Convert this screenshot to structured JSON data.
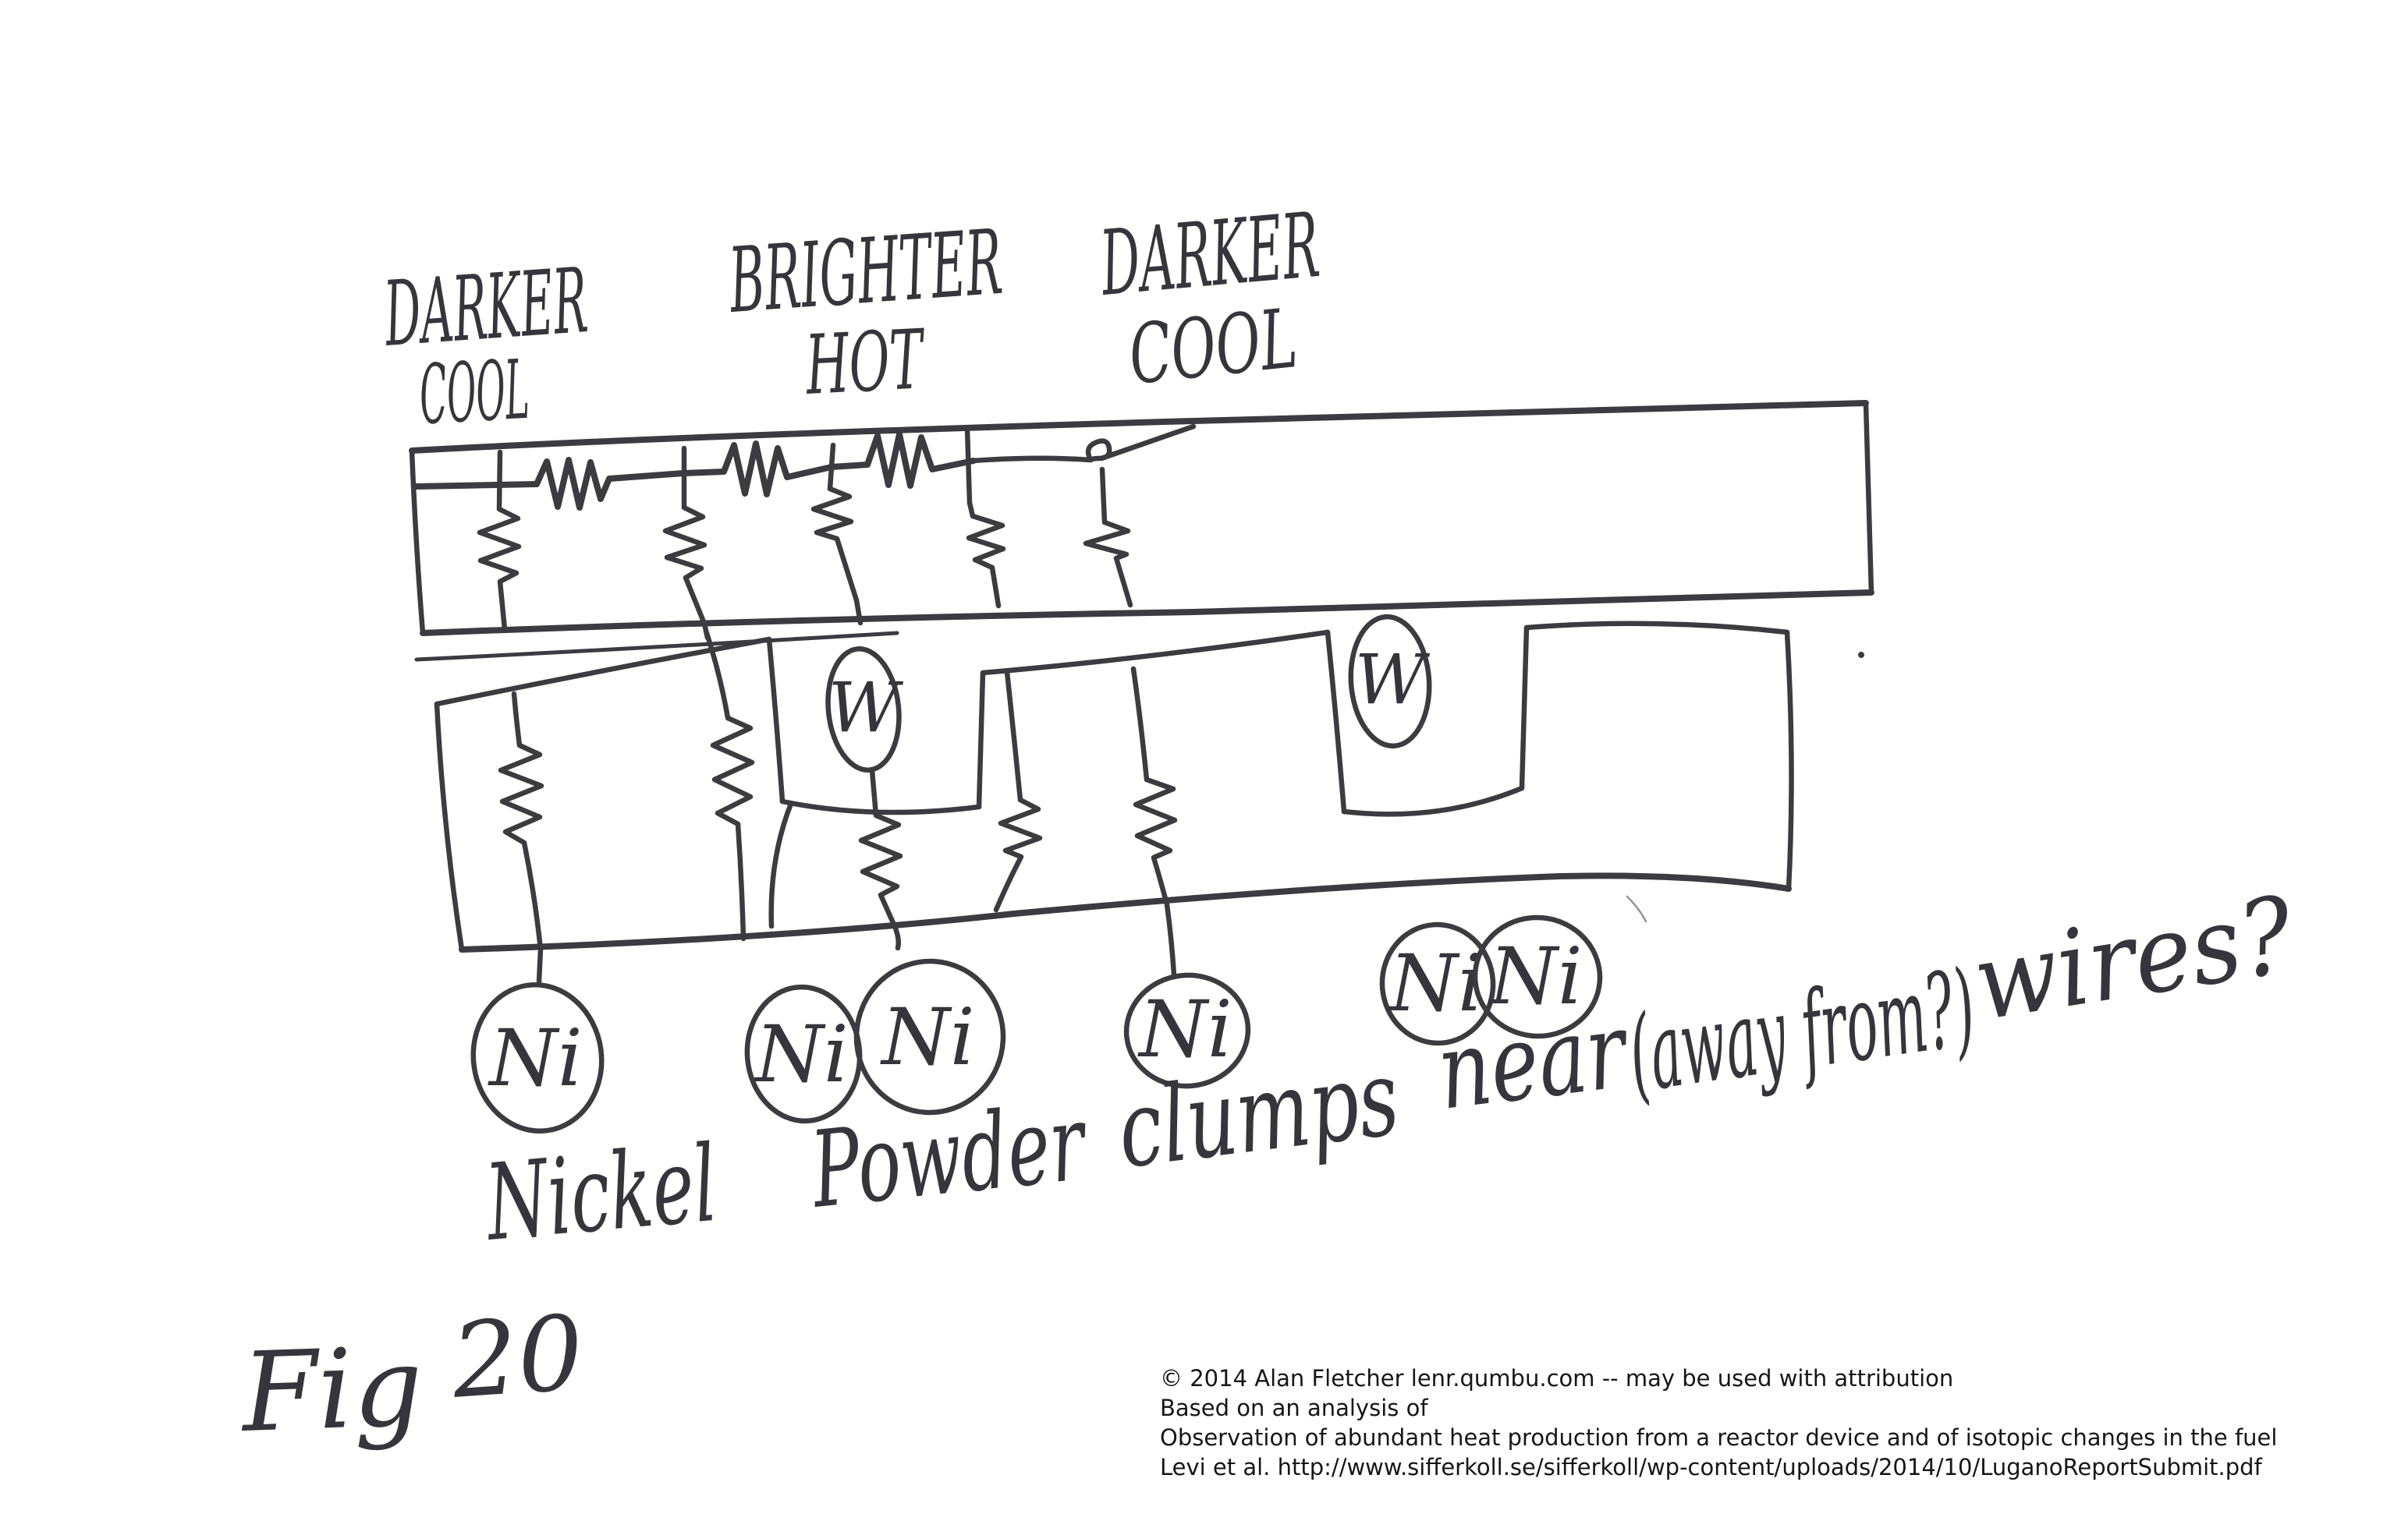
{
  "canvas": {
    "paper_color": "#ffffff",
    "ink_color": "#3b3b40"
  },
  "annotations": {
    "left_region": {
      "line1": "DARKER",
      "line2": "COOL"
    },
    "center_region": {
      "line1": "BRIGHTER",
      "line2": "HOT"
    },
    "right_region": {
      "line1": "DARKER",
      "line2": "COOL"
    }
  },
  "symbols": {
    "tungsten": "W",
    "nickel": "Ni"
  },
  "caption": {
    "words": [
      "Nickel",
      "Powder",
      "clumps",
      "near",
      "(away from?)",
      "wires?"
    ]
  },
  "figure": {
    "label": "Fig",
    "number": "20"
  },
  "attribution": {
    "line1": "© 2014 Alan Fletcher lenr.qumbu.com  -- may be used with attribution",
    "line2": "Based on an analysis of",
    "line3": "Observation of abundant heat production from a reactor device and of isotopic changes in the fuel",
    "line4": "Levi et al. http://www.sifferkoll.se/sifferkoll/wp-content/uploads/2014/10/LuganoReportSubmit.pdf"
  }
}
